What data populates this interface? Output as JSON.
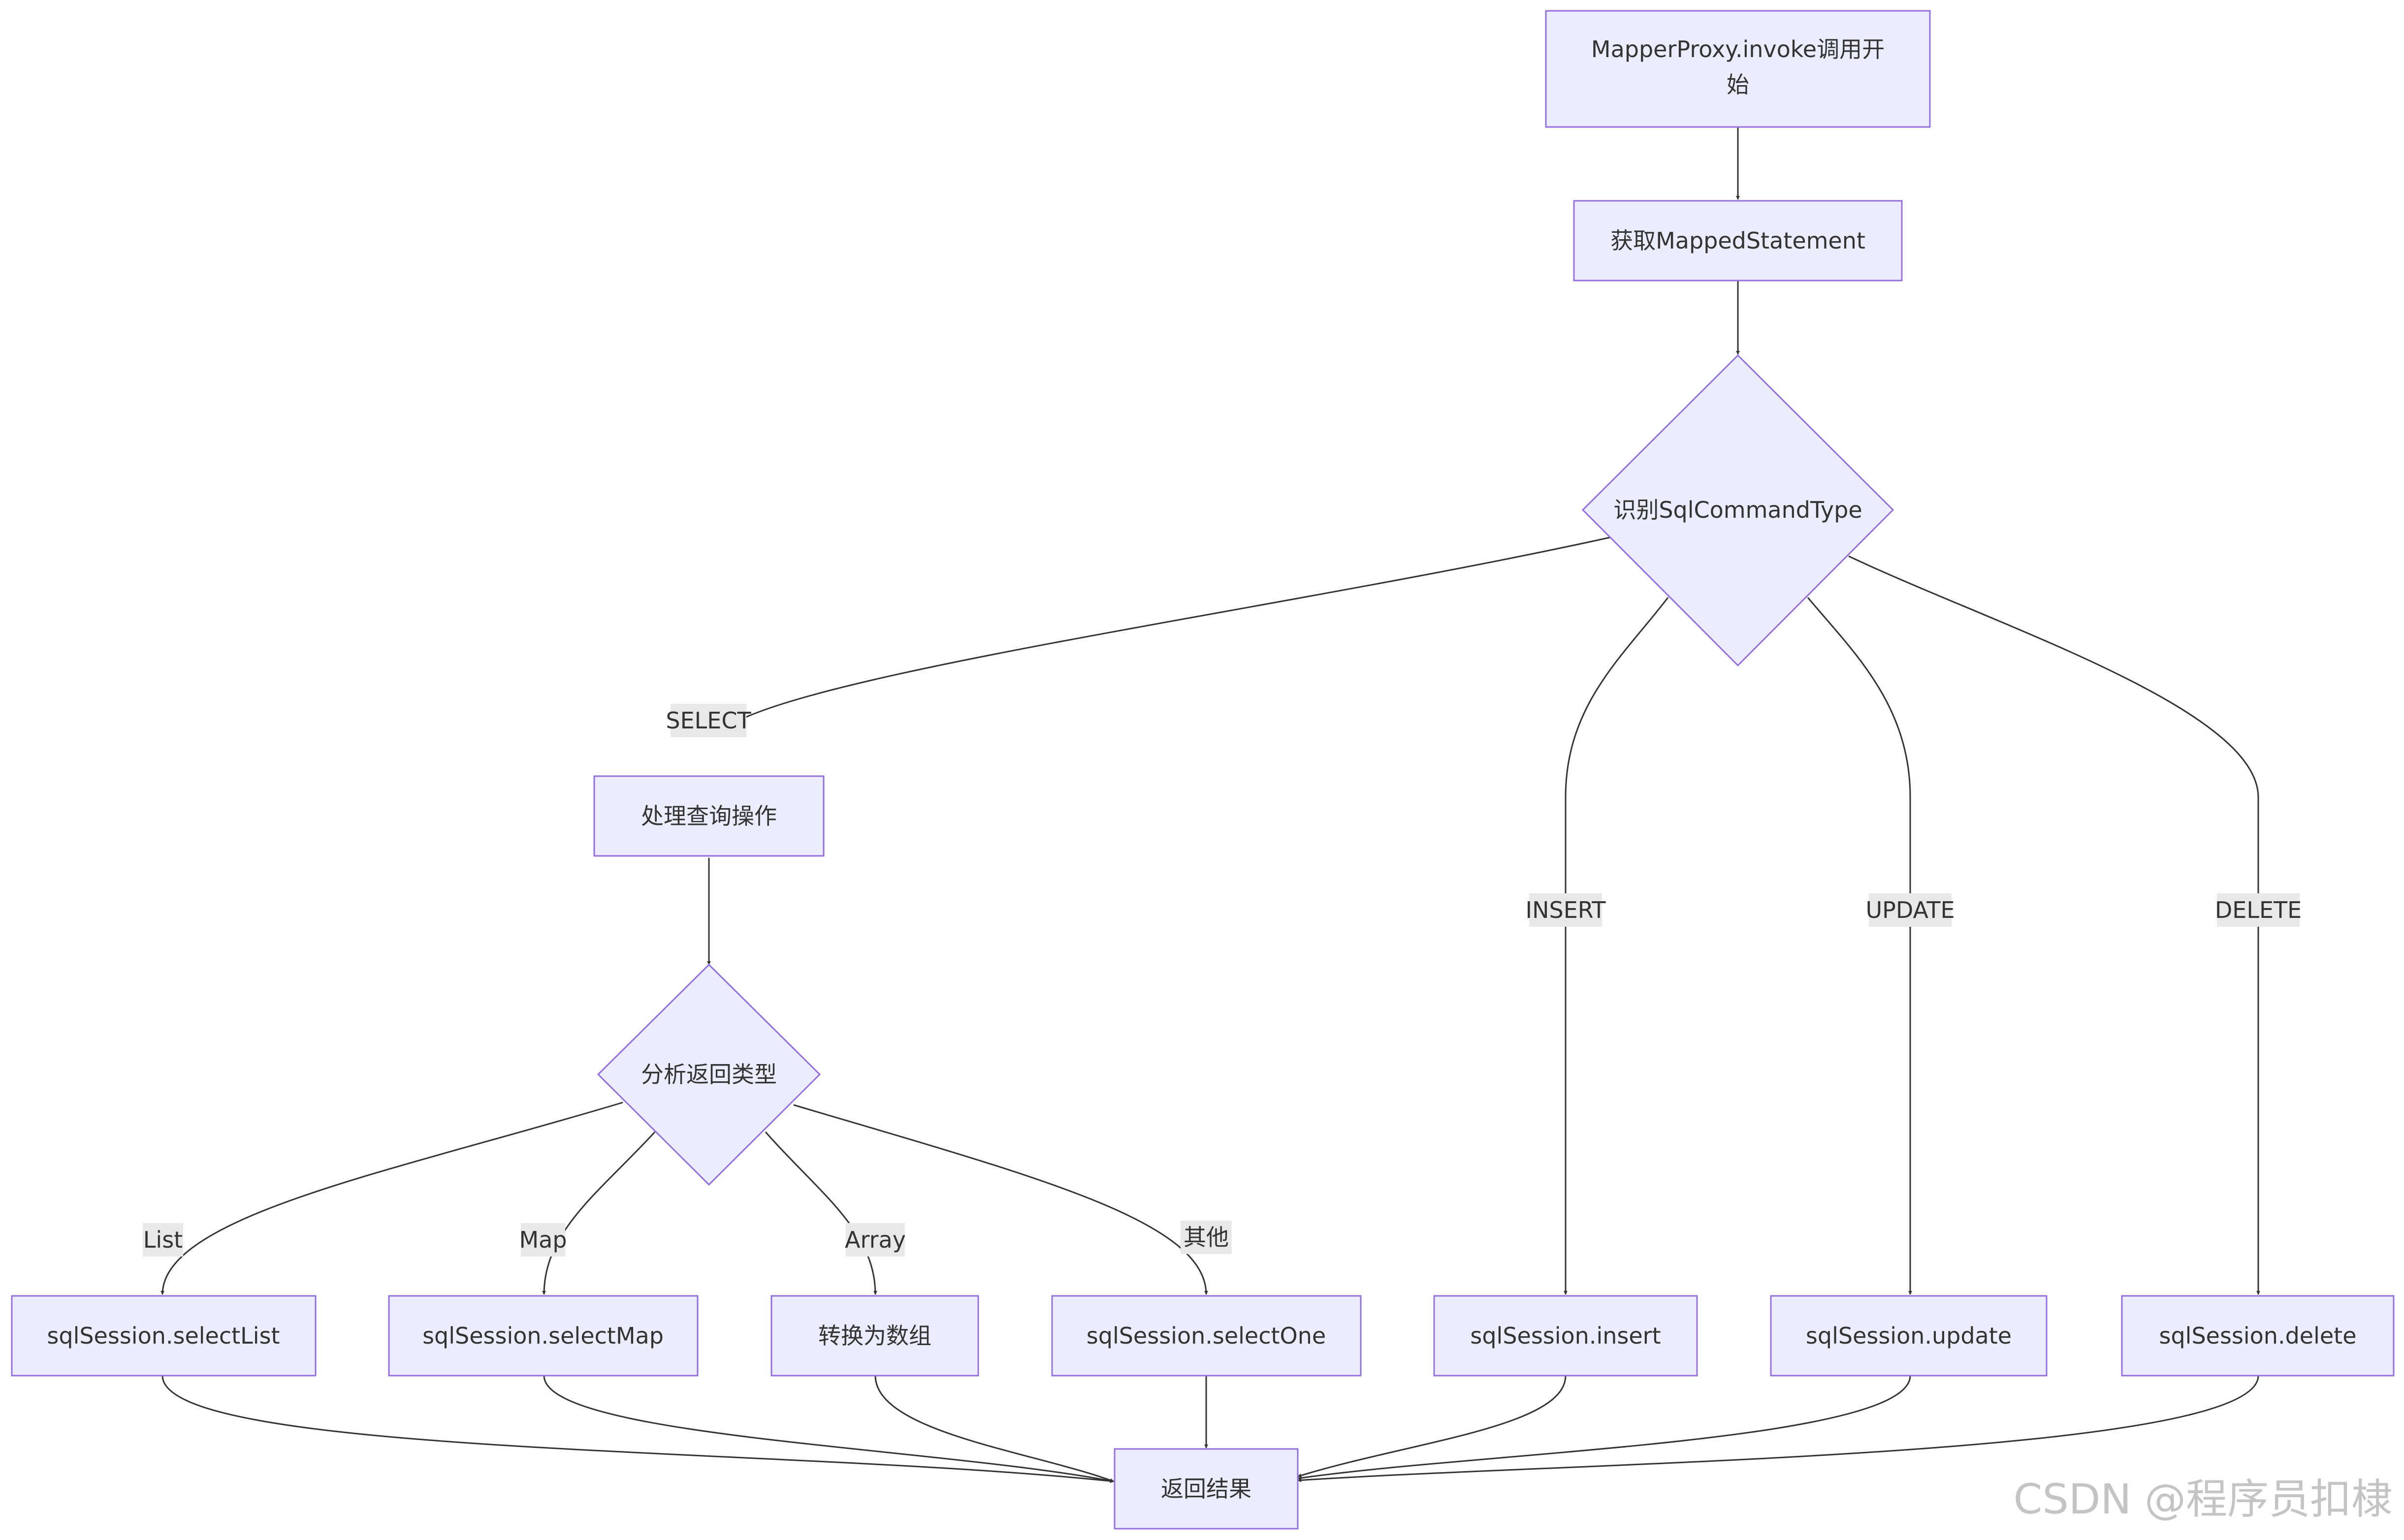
{
  "colors": {
    "node_fill": "#ECECFF",
    "node_stroke": "#9370DB",
    "edge": "#333333",
    "label_bg": "#E8E8E8",
    "text": "#333333",
    "watermark": "#C4C4C4"
  },
  "nodes": {
    "start": {
      "line1": "MapperProxy.invoke调用开",
      "line2": "始"
    },
    "get_ms": {
      "label": "获取MappedStatement"
    },
    "identify_type": {
      "label": "识别SqlCommandType"
    },
    "handle_query": {
      "label": "处理查询操作"
    },
    "analyze_return": {
      "label": "分析返回类型"
    },
    "select_list": {
      "label": "sqlSession.selectList"
    },
    "select_map": {
      "label": "sqlSession.selectMap"
    },
    "to_array": {
      "label": "转换为数组"
    },
    "select_one": {
      "label": "sqlSession.selectOne"
    },
    "insert": {
      "label": "sqlSession.insert"
    },
    "update": {
      "label": "sqlSession.update"
    },
    "delete": {
      "label": "sqlSession.delete"
    },
    "return_result": {
      "label": "返回结果"
    }
  },
  "edge_labels": {
    "select": "SELECT",
    "insert": "INSERT",
    "update": "UPDATE",
    "delete": "DELETE",
    "list": "List",
    "map": "Map",
    "array": "Array",
    "other": "其他"
  },
  "watermark": "CSDN @程序员扣棣"
}
